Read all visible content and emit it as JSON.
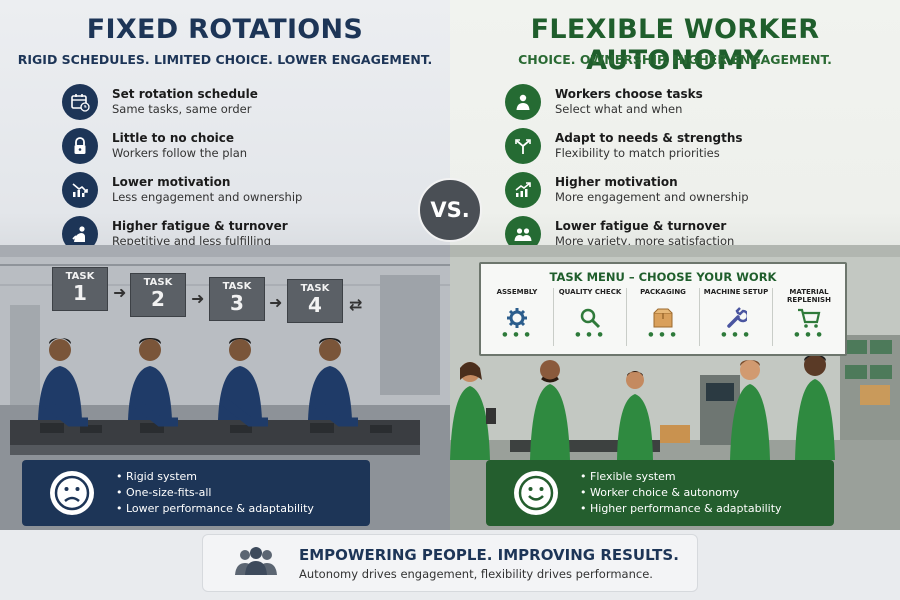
{
  "left": {
    "title": "FIXED ROTATIONS",
    "subtitle": "RIGID SCHEDULES. LIMITED CHOICE. LOWER ENGAGEMENT.",
    "features": [
      {
        "icon": "calendar-icon",
        "heading": "Set rotation schedule",
        "sub": "Same tasks, same order"
      },
      {
        "icon": "lock-icon",
        "heading": "Little to no choice",
        "sub": "Workers follow the plan"
      },
      {
        "icon": "declining-chart-icon",
        "heading": "Lower motivation",
        "sub": "Less engagement and ownership"
      },
      {
        "icon": "tired-worker-icon",
        "heading": "Higher fatigue & turnover",
        "sub": "Repetitive and less fulfilling"
      }
    ],
    "tasks": [
      {
        "label": "TASK",
        "number": "1"
      },
      {
        "label": "TASK",
        "number": "2"
      },
      {
        "label": "TASK",
        "number": "3"
      },
      {
        "label": "TASK",
        "number": "4"
      }
    ],
    "panel": {
      "face": "sad-face-icon",
      "bullets": [
        "Rigid system",
        "One-size-fits-all",
        "Lower performance & adaptability"
      ]
    }
  },
  "vs_label": "VS.",
  "right": {
    "title": "FLEXIBLE WORKER AUTONOMY",
    "subtitle": "CHOICE. OWNERSHIP. HIGHER ENGAGEMENT.",
    "features": [
      {
        "icon": "person-choice-icon",
        "heading": "Workers choose tasks",
        "sub": "Select what and when"
      },
      {
        "icon": "split-arrows-icon",
        "heading": "Adapt to needs & strengths",
        "sub": "Flexibility to match priorities"
      },
      {
        "icon": "rising-chart-icon",
        "heading": "Higher motivation",
        "sub": "More engagement and ownership"
      },
      {
        "icon": "team-icon",
        "heading": "Lower fatigue & turnover",
        "sub": "More variety, more satisfaction"
      }
    ],
    "menu": {
      "title": "TASK MENU – CHOOSE YOUR WORK",
      "items": [
        {
          "label": "ASSEMBLY",
          "icon": "gear-icon"
        },
        {
          "label": "QUALITY CHECK",
          "icon": "magnifier-icon"
        },
        {
          "label": "PACKAGING",
          "icon": "box-icon"
        },
        {
          "label": "MACHINE SETUP",
          "icon": "wrench-icon"
        },
        {
          "label": "MATERIAL REPLENISH",
          "icon": "cart-icon"
        }
      ]
    },
    "panel": {
      "face": "happy-face-icon",
      "bullets": [
        "Flexible system",
        "Worker choice & autonomy",
        "Higher performance & adaptability"
      ]
    }
  },
  "footer": {
    "icon": "group-icon",
    "headline": "EMPOWERING PEOPLE. IMPROVING RESULTS.",
    "subline": "Autonomy drives engagement, flexibility drives performance."
  },
  "colors": {
    "navy": "#1d3557",
    "green": "#256b33",
    "vs_circle": "#4a4f55"
  }
}
